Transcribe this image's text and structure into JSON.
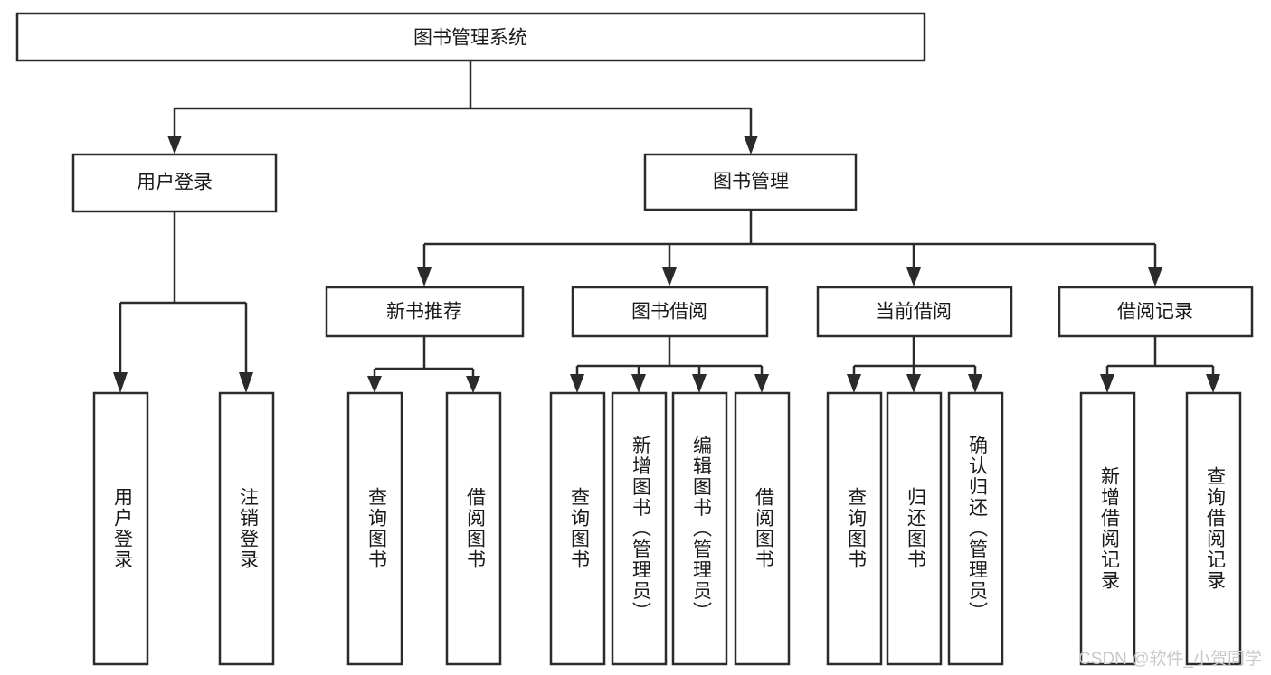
{
  "diagram": {
    "title": "图书管理系统",
    "root": {
      "label": "图书管理系统"
    },
    "level2": [
      {
        "label": "用户登录"
      },
      {
        "label": "图书管理"
      }
    ],
    "level3": [
      {
        "label": "新书推荐"
      },
      {
        "label": "图书借阅"
      },
      {
        "label": "当前借阅"
      },
      {
        "label": "借阅记录"
      }
    ],
    "leaves_user_login": [
      {
        "label": "用户登录"
      },
      {
        "label": "注销登录"
      }
    ],
    "leaves_new_book": [
      {
        "label": "查询图书"
      },
      {
        "label": "借阅图书"
      }
    ],
    "leaves_borrow": [
      {
        "label": "查询图书"
      },
      {
        "label": "新增图书（管理员）"
      },
      {
        "label": "编辑图书（管理员）"
      },
      {
        "label": "借阅图书"
      }
    ],
    "leaves_current": [
      {
        "label": "查询图书"
      },
      {
        "label": "归还图书"
      },
      {
        "label": "确认归还（管理员）"
      }
    ],
    "leaves_records": [
      {
        "label": "新增借阅记录"
      },
      {
        "label": "查询借阅记录"
      }
    ],
    "watermark": "CSDN @软件_小贺同学",
    "colors": {
      "stroke": "#2b2b2b",
      "fill": "#ffffff",
      "text": "#1a1a1a",
      "watermark": "#c9c9c9"
    }
  }
}
